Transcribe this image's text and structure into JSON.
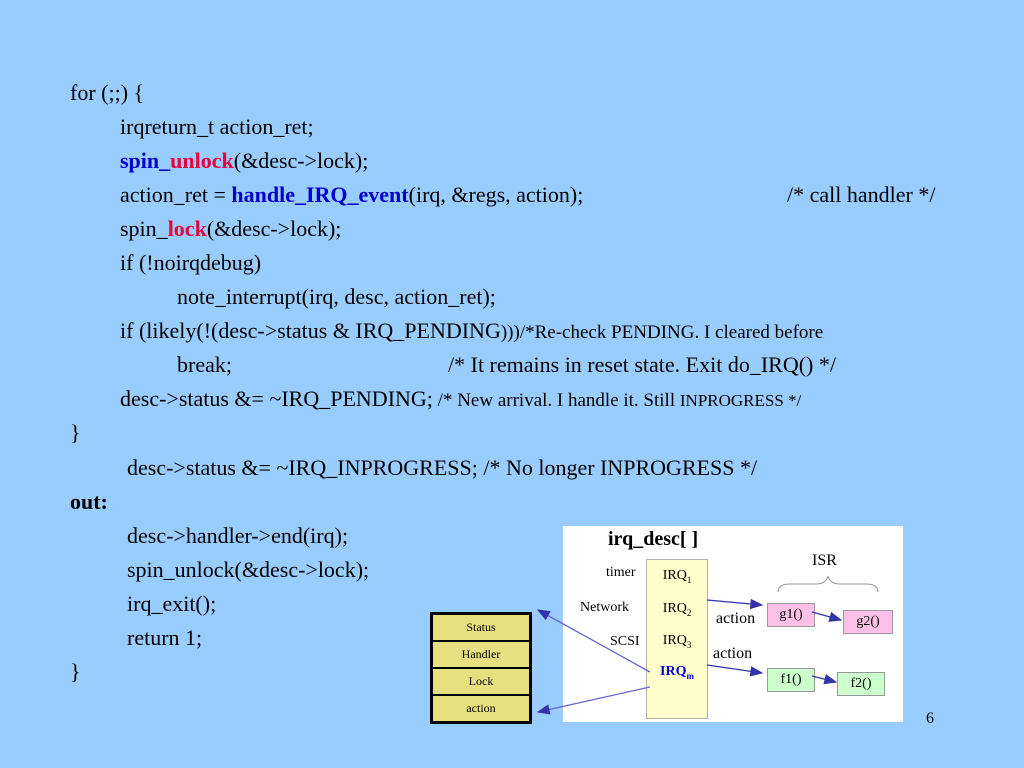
{
  "code": {
    "l1": "for (;;) {",
    "l2": "irqreturn_t action_ret;",
    "l3_a": "spin_",
    "l3_b": "unlock",
    "l3_c": "(&desc->lock);",
    "l4_a": "action_ret = ",
    "l4_b": "handle_IRQ_event",
    "l4_c": "(irq, &regs, action);",
    "l4_d": "/* call  handler */",
    "l5_a": "spin_",
    "l5_b": "lock",
    "l5_c": "(&desc->lock);",
    "l6": "if (!noirqdebug)",
    "l7": "note_interrupt(irq, desc, action_ret);",
    "l8_a": "if (likely(!(desc->status & IRQ_PENDING",
    "l8_b": ")))",
    "l8_c": "/*Re-check PENDING. I cleared before",
    "l9_a": "break;",
    "l9_b": "/* It remains in reset state. Exit do_IRQ() */",
    "l10_a": "desc->status &= ~IRQ_PENDING;",
    "l10_b": " /* New arrival. I handle it. Still ",
    "l10_c": " INPROGRESS */",
    "l11": "}",
    "l12": "desc->status &= ~IRQ_INPROGRESS;  /* No longer INPROGRESS */",
    "l13": "out:",
    "l14": "desc->handler->end(irq);",
    "l15": "spin_unlock(&desc->lock);",
    "l16": "irq_exit();",
    "l17": "return 1;",
    "l18": "}"
  },
  "diagram": {
    "title": "irq_desc[ ]",
    "isr_label": "ISR",
    "devices": [
      "timer",
      "Network",
      "SCSI"
    ],
    "irq_base": "IRQ",
    "irq_subs": [
      "1",
      "2",
      "3",
      "m"
    ],
    "action1": "action",
    "action2": "action",
    "g1": "g1()",
    "g2": "g2()",
    "f1": "f1()",
    "f2": "f2()"
  },
  "struct": [
    "Status",
    "Handler",
    "Lock",
    "action"
  ],
  "page_number": "6",
  "colors": {
    "background": "#99ccff",
    "keyword_blue": "#0000cc",
    "keyword_red": "#e8003a"
  }
}
